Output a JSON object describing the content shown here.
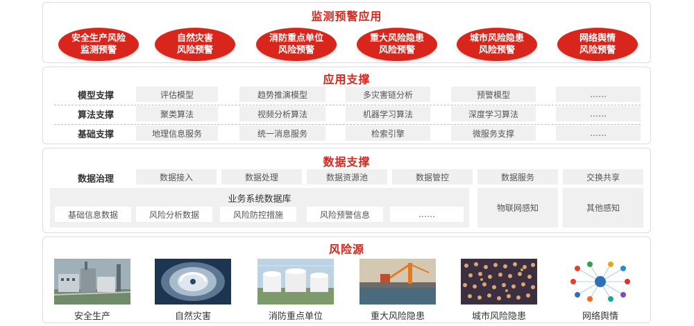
{
  "monitoring": {
    "title": "监测预警应用",
    "items": [
      {
        "line1": "安全生产风险",
        "line2": "监测预警"
      },
      {
        "line1": "自然灾害",
        "line2": "风险预警"
      },
      {
        "line1": "消防重点单位",
        "line2": "风险预警"
      },
      {
        "line1": "重大风险隐患",
        "line2": "风险预警"
      },
      {
        "line1": "城市风险隐患",
        "line2": "风险预警"
      },
      {
        "line1": "网络舆情",
        "line2": "风险预警"
      }
    ],
    "color": "#d9261c"
  },
  "app_support": {
    "title": "应用支撑",
    "rows": [
      {
        "label": "模型支撑",
        "cells": [
          "评估模型",
          "趋势推演模型",
          "多灾害链分析",
          "预警模型",
          "……"
        ]
      },
      {
        "label": "算法支撑",
        "cells": [
          "聚类算法",
          "视频分析算法",
          "机器学习算法",
          "深度学习算法",
          "……"
        ]
      },
      {
        "label": "基础支撑",
        "cells": [
          "地理信息服务",
          "统一消息服务",
          "检索引擎",
          "微服务支撑",
          "……"
        ]
      }
    ]
  },
  "data_support": {
    "title": "数据支撑",
    "governance": {
      "label": "数据治理",
      "cells": [
        "数据接入",
        "数据处理",
        "数据资源池",
        "数据管控",
        "数据服务",
        "交换共享"
      ]
    },
    "business_db": {
      "title": "业务系统数据库",
      "cells": [
        "基础信息数据",
        "风险分析数据",
        "风险防控措施",
        "风险预警信息",
        "……"
      ]
    },
    "sensing": [
      "物联网感知",
      "其他感知"
    ]
  },
  "risk_sources": {
    "title": "风险源",
    "items": [
      {
        "label": "安全生产",
        "image": "industrial-plant"
      },
      {
        "label": "自然灾害",
        "image": "typhoon-satellite"
      },
      {
        "label": "消防重点单位",
        "image": "oil-storage-tanks"
      },
      {
        "label": "重大风险隐患",
        "image": "bridge-construction"
      },
      {
        "label": "城市风险隐患",
        "image": "crowd"
      },
      {
        "label": "网络舆情",
        "image": "network-icons-cluster"
      }
    ]
  }
}
